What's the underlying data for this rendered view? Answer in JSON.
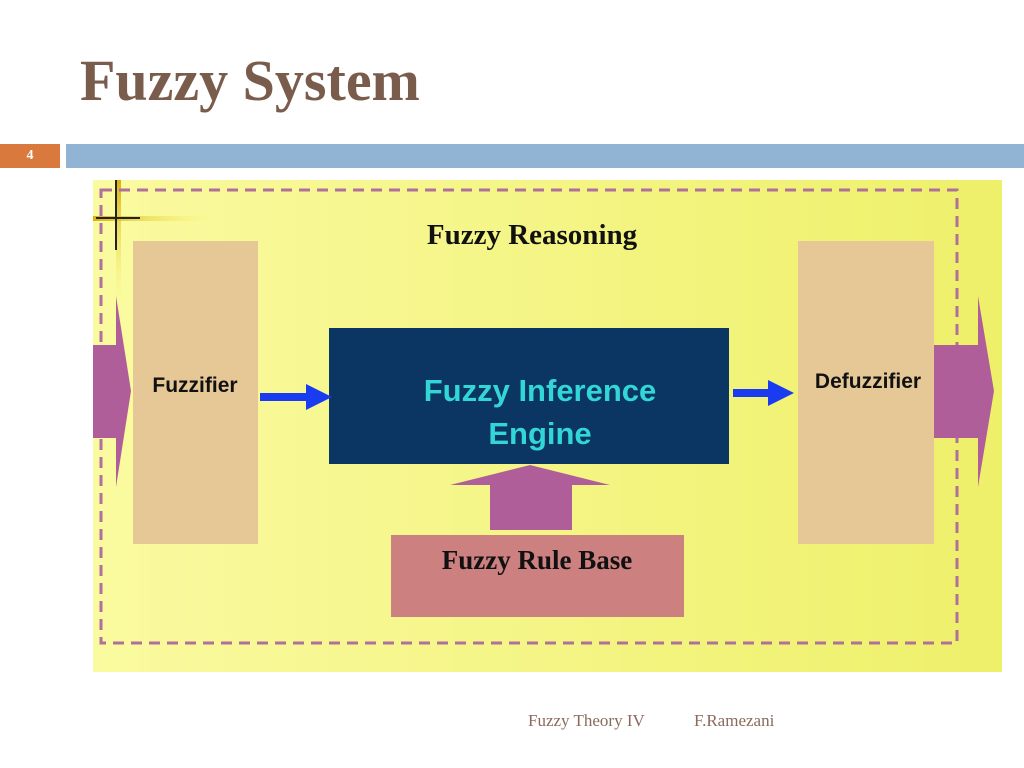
{
  "slide": {
    "title": "Fuzzy System",
    "number": "4"
  },
  "diagram": {
    "reasoning_label": "Fuzzy Reasoning",
    "fuzzifier_label": "Fuzzifier",
    "engine_line1": "Fuzzy Inference",
    "engine_line2": "Engine",
    "rule_base_label": "Fuzzy Rule Base",
    "defuzzifier_label": "Defuzzifier"
  },
  "footer": {
    "course": "Fuzzy Theory IV",
    "author": "F.Ramezani"
  },
  "colors": {
    "title": "#7a5c4c",
    "slide_number_bg": "#d9793d",
    "title_rule": "#92b4d4",
    "panel_background": "#f5f57a",
    "dashed_border": "#b0709a",
    "block_tan": "#e6c896",
    "engine_bg": "#0b3563",
    "engine_text": "#33d6d6",
    "rule_base_bg": "#cc8080",
    "pink_arrow": "#b05e9a",
    "blue_arrow": "#1a3cf0"
  }
}
